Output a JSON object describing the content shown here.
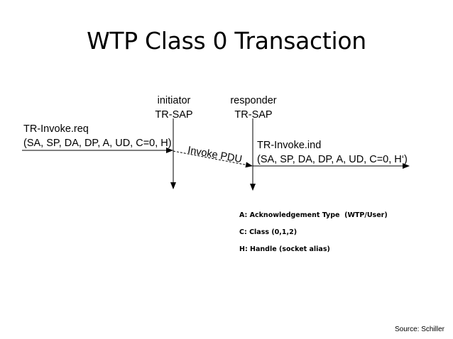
{
  "title": "WTP Class 0 Transaction",
  "initiator": {
    "line1": "initiator",
    "line2": "TR-SAP"
  },
  "responder": {
    "line1": "responder",
    "line2": "TR-SAP"
  },
  "request": {
    "line1": "TR-Invoke.req",
    "line2": "(SA, SP, DA, DP, A, UD, C=0, H)"
  },
  "indication": {
    "line1": "TR-Invoke.ind",
    "line2": "(SA, SP, DA, DP, A, UD, C=0, H‘)"
  },
  "pdu_label": "Invoke PDU",
  "legend": [
    "A: Acknowledgement Type  (WTP/User)",
    "C: Class (0,1,2)",
    "H: Handle (socket alias)"
  ],
  "source": "Source: Schiller",
  "colors": {
    "line": "#000000",
    "text": "#000000",
    "background": "#ffffff"
  }
}
